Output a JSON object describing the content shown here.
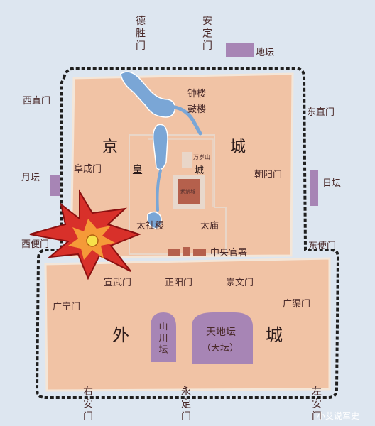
{
  "gates": {
    "desheng": "德胜门",
    "anding": "安定门",
    "xizhi": "西直门",
    "dongzhi": "东直门",
    "fucheng": "阜成门",
    "chaoyang": "朝阳门",
    "xibian": "西便门",
    "dongbian": "东便门",
    "xuanwu": "宣武门",
    "zhengyang": "正阳门",
    "chongwen": "崇文门",
    "guangning": "广宁门",
    "guangqu": "广渠门",
    "youan": "右安门",
    "yongding": "永定门",
    "zuoan": "左安门"
  },
  "altars": {
    "di": "地坛",
    "ri": "日坛",
    "yue": "月坛",
    "shanchuan": "山川坛",
    "tiandi": "天地坛",
    "tiandi_sub": "（天坛）"
  },
  "buildings": {
    "zhonglou": "钟楼",
    "gulou": "鼓楼",
    "wansui": "万岁山",
    "taisheji": "太社稷",
    "taimiao": "太庙",
    "zhongyang": "中央官署",
    "palace": "紫禁城"
  },
  "districts": {
    "jing": "京",
    "cheng": "城",
    "huang": "皇",
    "huang_cheng": "城",
    "wai": "外",
    "wai_cheng": "城"
  },
  "watermark": "小艾说军史",
  "colors": {
    "background": "#dde6f0",
    "city": "#f1c3a5",
    "moat": "#1f1f1f",
    "water": "#7aa6d6",
    "altar": "#a785b5",
    "palace": "#b5604c",
    "explosion": "#d8302a"
  }
}
